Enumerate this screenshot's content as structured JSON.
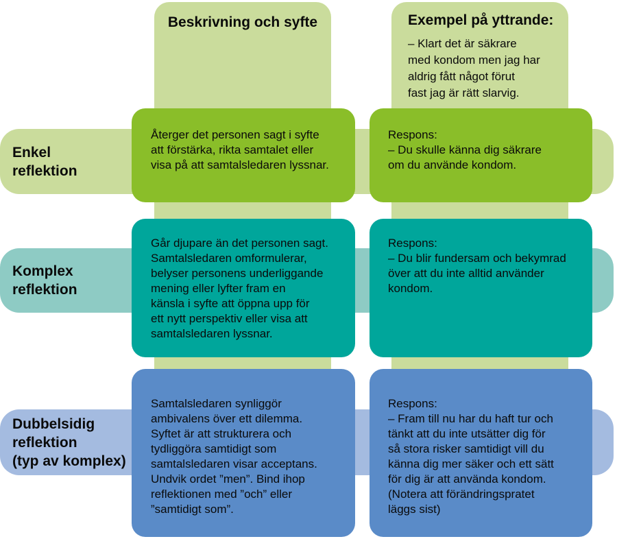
{
  "title": "Reflektionstyper i samtal (MI) — tabellgrafik",
  "colors": {
    "background": "#ffffff",
    "light_green_band": "#cadc9c",
    "green_cell": "#8abe29",
    "light_teal_band": "#8ecbc4",
    "teal_cell": "#00a69b",
    "light_blue_band": "#a4bbe0",
    "blue_cell": "#5a8bc8",
    "text": "#0a0a0a"
  },
  "columns": [
    {
      "id": "beskrivning",
      "header": "Beskrivning och syfte",
      "quote": ""
    },
    {
      "id": "exempel",
      "header": "Exempel på yttrande:",
      "quote": "– Klart det är säkrare\nmed kondom men jag har\naldrig fått något förut\nfast jag är rätt slarvig."
    }
  ],
  "rows": [
    {
      "id": "enkel-reflektion",
      "label": "Enkel\nreflektion",
      "band_color": "#cadc9c",
      "cell_color": "#8abe29",
      "description": "Återger det personen sagt i syfte\natt förstärka, rikta samtalet eller\nvisa på att samtalsledaren lyssnar.",
      "example": "Respons:\n– Du skulle känna dig säkrare\nom du använde kondom."
    },
    {
      "id": "komplex-reflektion",
      "label": "Komplex\nreflektion",
      "band_color": "#8ecbc4",
      "cell_color": "#00a69b",
      "description": "Går djupare än det personen sagt.\nSamtalsledaren omformulerar,\nbelyser personens underliggande\nmening eller lyfter fram en\nkänsla i syfte att öppna upp för\nett nytt perspektiv eller visa att\nsamtalsledaren lyssnar.",
      "example": "Respons:\n– Du blir fundersam och bekymrad\növer att du inte alltid använder\nkondom."
    },
    {
      "id": "dubbelsidig-reflektion",
      "label": "Dubbelsidig\nreflektion\n(typ av komplex)",
      "band_color": "#a4bbe0",
      "cell_color": "#5a8bc8",
      "description": "Samtalsledaren synliggör\nambivalens över ett dilemma.\nSyftet är att strukturera och\ntydliggöra samtidigt som\nsamtalsledaren visar acceptans.\nUndvik ordet ”men”. Bind ihop\nreflektionen med ”och” eller\n”samtidigt som”.",
      "example": "Respons:\n– Fram till nu har du haft tur och\ntänkt att du inte utsätter dig för\nså stora risker samtidigt vill du\nkänna dig mer säker och ett sätt\nför dig är att använda kondom.\n(Notera att förändringspratet\nläggs sist)"
    }
  ]
}
